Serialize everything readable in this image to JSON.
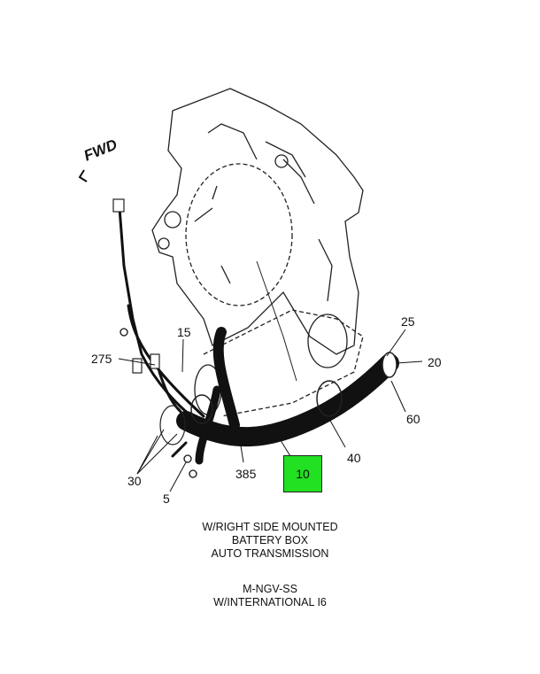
{
  "direction_label": "FWD",
  "callouts": {
    "c275": "275",
    "c15": "15",
    "c25": "25",
    "c20": "20",
    "c60": "60",
    "c40": "40",
    "c385": "385",
    "c10": "10",
    "c30": "30",
    "c5": "5"
  },
  "highlight_color": "#22e022",
  "caption_lines": [
    "W/RIGHT SIDE MOUNTED",
    "BATTERY BOX",
    "AUTO TRANSMISSION"
  ],
  "model_lines": [
    "M-NGV-SS",
    "W/INTERNATIONAL I6"
  ]
}
